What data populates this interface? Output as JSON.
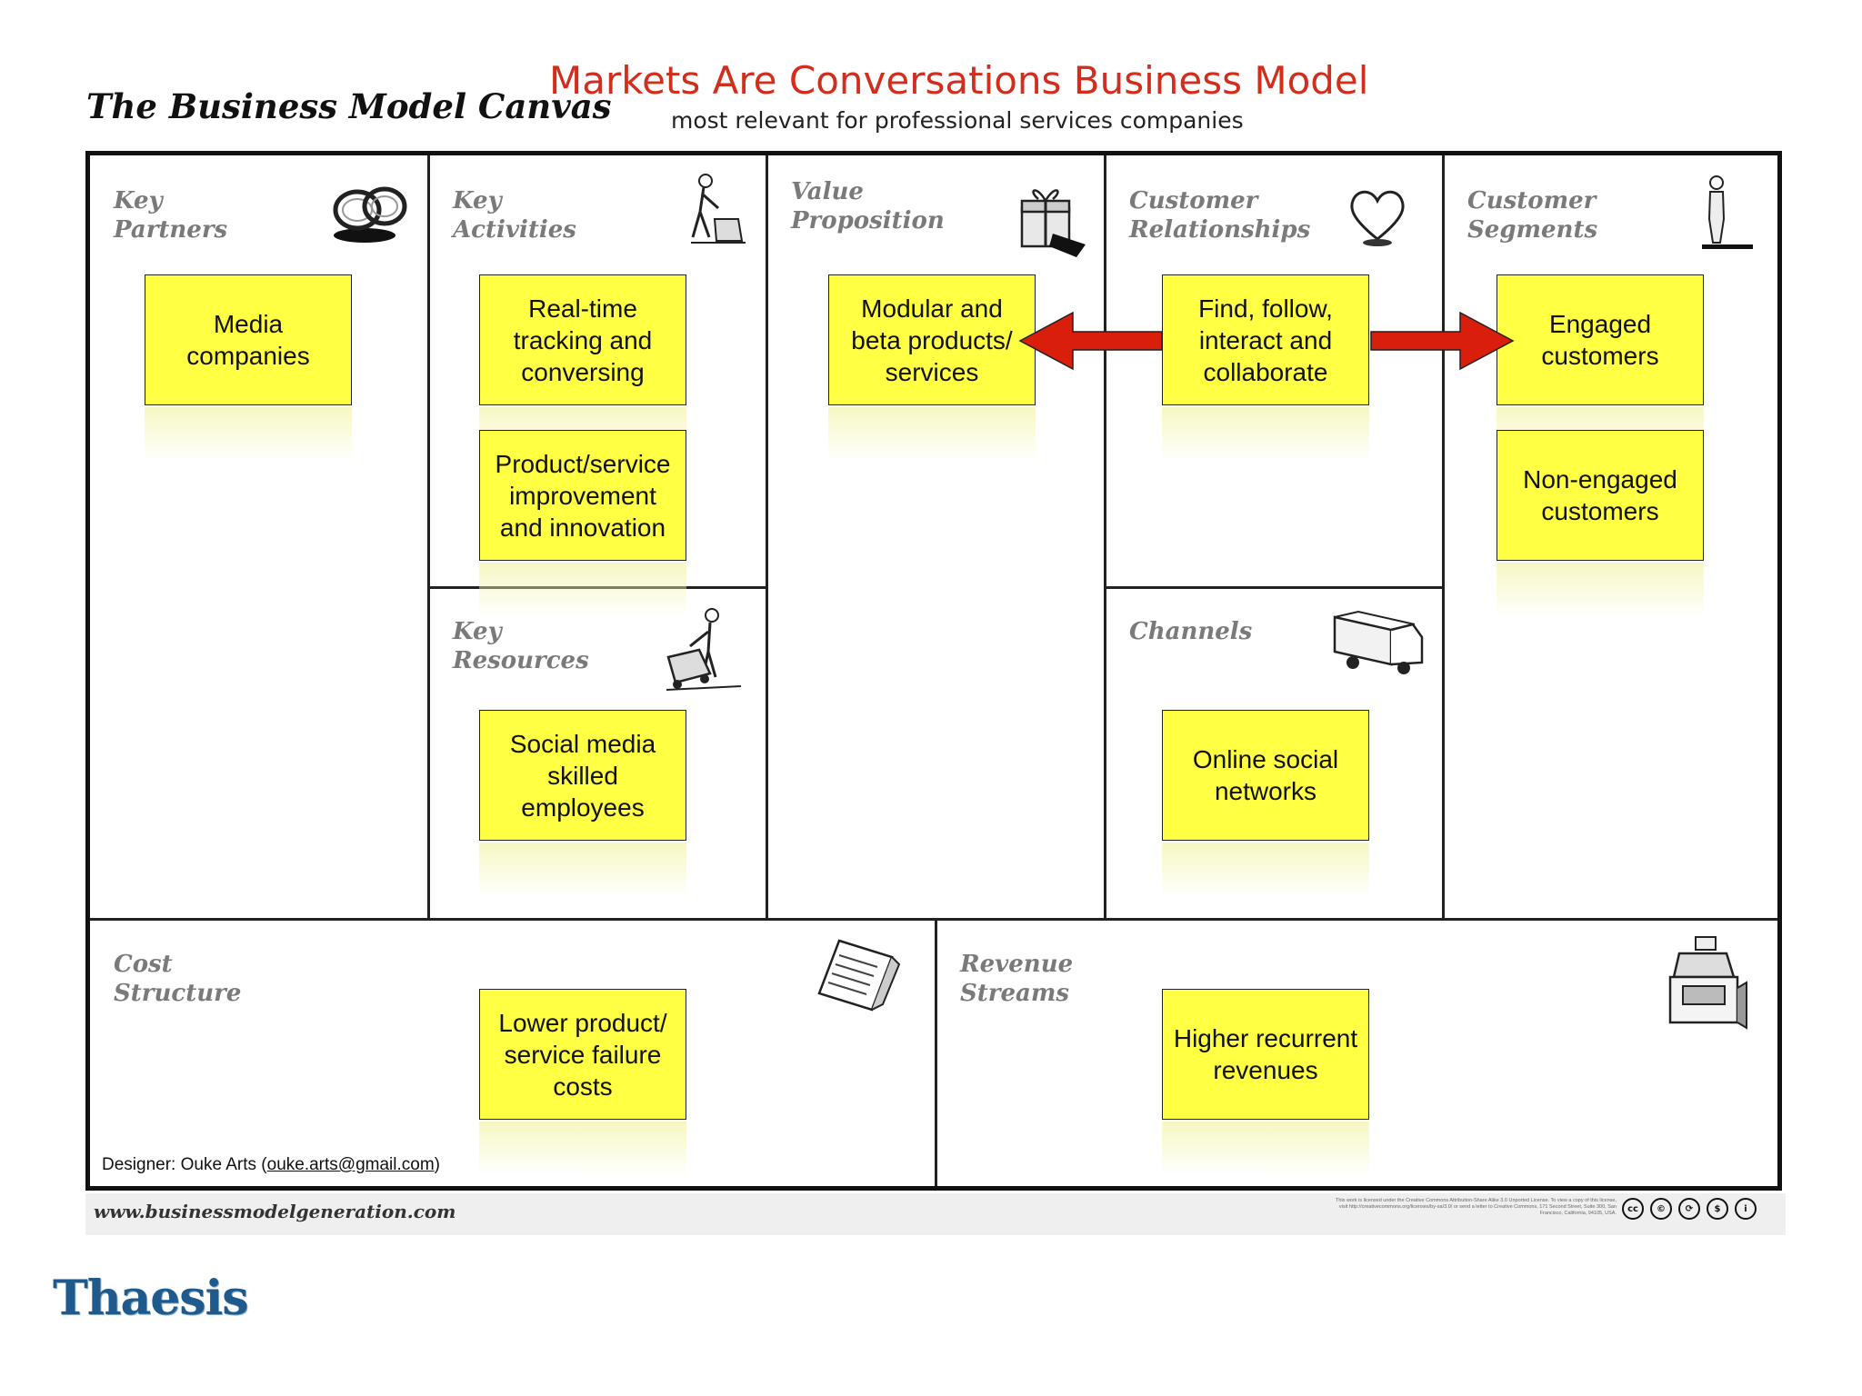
{
  "header": {
    "canvas_title": "The Business Model Canvas",
    "main_title": "Markets Are Conversations Business Model",
    "subtitle": "most relevant for professional services companies"
  },
  "blocks": {
    "key_partners": {
      "line1": "Key",
      "line2": "Partners",
      "icon": "linked-rings-icon"
    },
    "key_activities": {
      "line1": "Key",
      "line2": "Activities",
      "icon": "worker-pushing-icon"
    },
    "value_proposition": {
      "line1": "Value",
      "line2": "Proposition",
      "icon": "gift-box-icon"
    },
    "customer_relationships": {
      "line1": "Customer",
      "line2": "Relationships",
      "icon": "heart-icon"
    },
    "customer_segments": {
      "line1": "Customer",
      "line2": "Segments",
      "icon": "standing-person-icon"
    },
    "key_resources": {
      "line1": "Key",
      "line2": "Resources",
      "icon": "worker-machine-icon"
    },
    "channels": {
      "line1": "Channels",
      "icon": "delivery-truck-icon"
    },
    "cost_structure": {
      "line1": "Cost",
      "line2": "Structure",
      "icon": "paper-bill-icon"
    },
    "revenue_streams": {
      "line1": "Revenue",
      "line2": "Streams",
      "icon": "cash-register-icon"
    }
  },
  "notes": {
    "media_companies": "Media companies",
    "realtime_tracking": "Real-time tracking and conversing",
    "product_improvement": "Product/service improvement and innovation",
    "social_media_employees": "Social media skilled employees",
    "modular_beta": "Modular and beta products/ services",
    "find_follow": "Find, follow, interact and collaborate",
    "online_social": "Online social networks",
    "engaged_customers": "Engaged customers",
    "non_engaged_customers": "Non-engaged customers",
    "lower_failure_costs": "Lower product/ service failure costs",
    "higher_revenues": "Higher recurrent revenues"
  },
  "designer": {
    "prefix": "Designer: Ouke Arts (",
    "email": "ouke.arts@gmail.com",
    "suffix": ")"
  },
  "footer": {
    "url": "www.businessmodelgeneration.com",
    "license": "This work is licensed under the Creative Commons Attribution-Share Alike 3.0 Unported License. To view a copy of this license, visit http://creativecommons.org/licenses/by-sa/3.0/ or send a letter to Creative Commons, 171 Second Street, Suite 300, San Francisco, California, 94105, USA.",
    "cc_icons": [
      "cc",
      "©",
      "⟳",
      "$",
      "i"
    ]
  },
  "logo": "Thaesis",
  "colors": {
    "title_red": "#d22e1e",
    "note_yellow": "#ffff44",
    "arrow_red": "#d91f0b",
    "logo_blue": "#1e5a8c"
  }
}
